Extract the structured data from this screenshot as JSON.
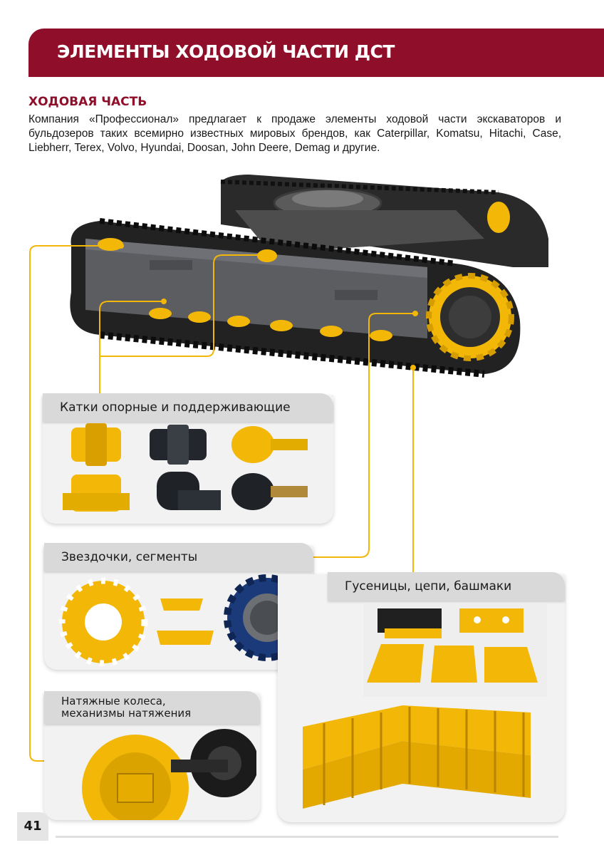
{
  "header": {
    "title": "ЭЛЕМЕНТЫ ХОДОВОЙ ЧАСТИ ДСТ"
  },
  "section": {
    "title": "ХОДОВАЯ ЧАСТЬ",
    "intro": "Компания «Профессионал» предлагает к продаже элементы ходовой части экскаваторов и бульдозеров таких всемирно известных мировых брендов, как Caterpillar, Komatsu, Hitachi, Case, Liebherr, Terex, Volvo, Hyundai, Doosan, John Deere, Demag и другие."
  },
  "categories": {
    "rollers": {
      "label": "Катки опорные и поддерживающие"
    },
    "sprockets": {
      "label": "Звездочки, сегменты"
    },
    "tracks": {
      "label": "Гусеницы, цепи, башмаки"
    },
    "idlers": {
      "label_line1": "Натяжные колеса,",
      "label_line2": "механизмы натяжения"
    }
  },
  "footer": {
    "page_number": "41"
  },
  "colors": {
    "brand": "#8f0f2a",
    "accent_yellow": "#f2b707",
    "panel_bg": "#f2f2f2",
    "tab_bg": "#d9d9d9"
  }
}
